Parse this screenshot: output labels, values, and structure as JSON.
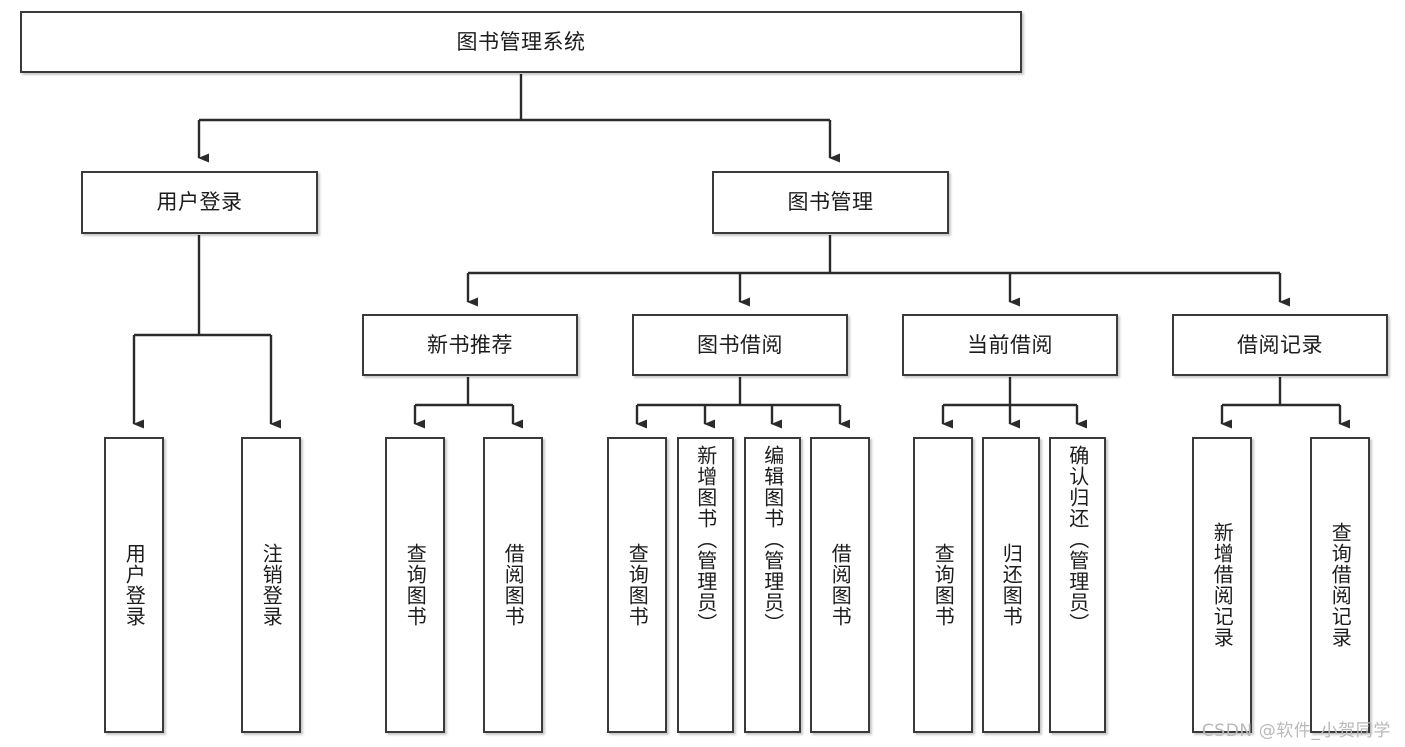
{
  "diagram": {
    "type": "hierarchy-tree",
    "title": "图书管理系统",
    "watermark": "CSDN @软件_小贺同学",
    "colors": {
      "box_border": "#3a3a3a",
      "box_fill": "#ffffff",
      "line": "#2b2b2b",
      "text": "#1c1c1c",
      "watermark": "#b9b9b9",
      "background": "#ffffff"
    },
    "levels": {
      "root": {
        "label": "图书管理系统"
      },
      "level2": [
        {
          "label": "用户登录"
        },
        {
          "label": "图书管理"
        }
      ],
      "level3": [
        {
          "label": "新书推荐"
        },
        {
          "label": "图书借阅"
        },
        {
          "label": "当前借阅"
        },
        {
          "label": "借阅记录"
        }
      ],
      "leaves": {
        "user_login": [
          {
            "label": "用户登录"
          },
          {
            "label": "注销登录"
          }
        ],
        "new_book_recommend": [
          {
            "label": "查询图书"
          },
          {
            "label": "借阅图书"
          }
        ],
        "book_borrow": [
          {
            "label": "查询图书"
          },
          {
            "label": "新增图书（管理员）"
          },
          {
            "label": "编辑图书（管理员）"
          },
          {
            "label": "借阅图书"
          }
        ],
        "current_borrow": [
          {
            "label": "查询图书"
          },
          {
            "label": "归还图书"
          },
          {
            "label": "确认归还（管理员）"
          }
        ],
        "borrow_record": [
          {
            "label": "新增借阅记录"
          },
          {
            "label": "查询借阅记录"
          }
        ]
      }
    }
  }
}
